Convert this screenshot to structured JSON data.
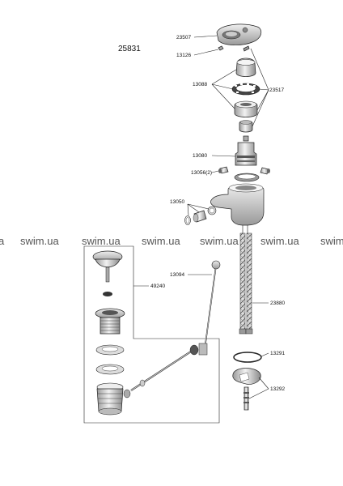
{
  "diagram": {
    "model_number": "25831",
    "labels": {
      "p23507": "23507",
      "p13126": "13126",
      "p13088": "13088",
      "p23517": "23517",
      "p13080": "13080",
      "p13056": "13056(2)",
      "p13050": "13050",
      "p13094": "13094",
      "p49240": "49240",
      "p23880": "23880",
      "p13291": "13291",
      "p13292": "13292"
    }
  },
  "watermark": {
    "items": [
      "a",
      "swim.ua",
      "swim.ua",
      "swim.ua",
      "swim.ua",
      "swim.ua",
      "swim"
    ]
  }
}
